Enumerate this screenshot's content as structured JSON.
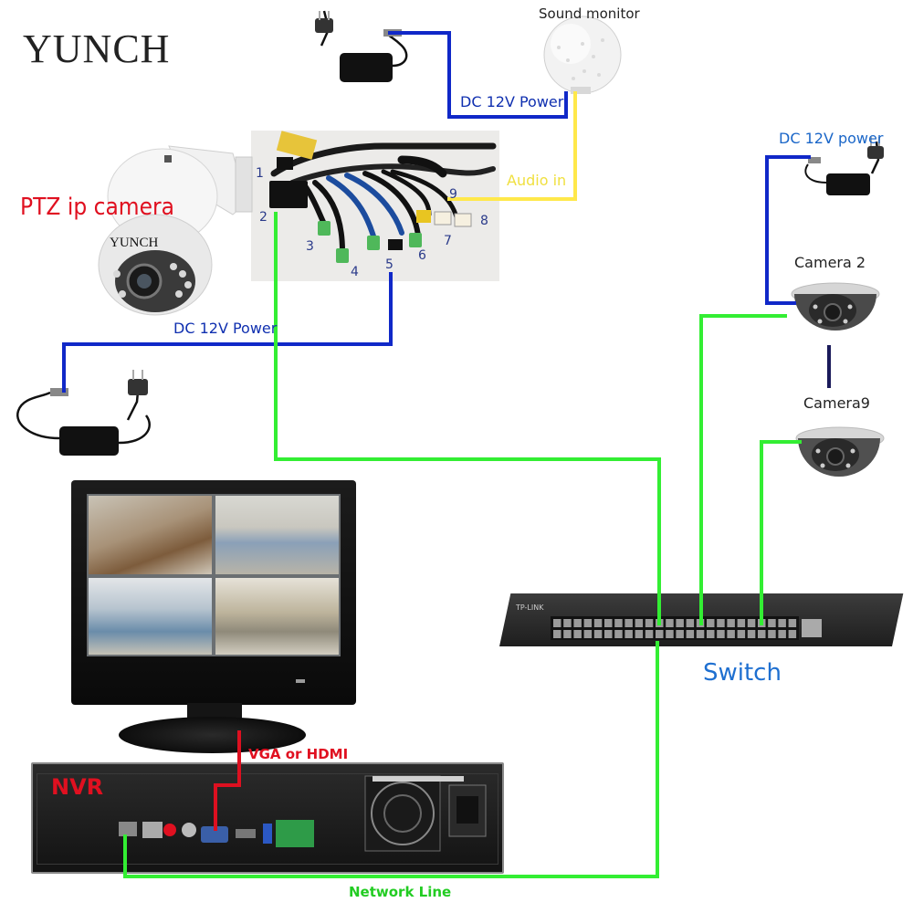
{
  "brand": "YUNCH",
  "ptz_camera": {
    "title": "PTZ ip camera",
    "body_brand": "YUNCH"
  },
  "sound_monitor": {
    "label": "Sound monitor"
  },
  "labels": {
    "dc_power_sound": "DC 12V Power",
    "audio_in": "Audio in",
    "dc_power_camera2": "DC 12V power",
    "dc_power_ptz": "DC 12V Power",
    "vga_hdmi": "VGA or HDMI",
    "network_line": "Network Line"
  },
  "breakout_ports": [
    "1",
    "2",
    "3",
    "4",
    "5",
    "6",
    "7",
    "8",
    "9"
  ],
  "cameras": [
    {
      "label": "Camera 2"
    },
    {
      "label": "Camera9"
    }
  ],
  "switch": {
    "label": "Switch",
    "brand_text": "TP-LINK"
  },
  "nvr": {
    "label": "NVR"
  },
  "colors": {
    "network": "#33ee33",
    "power": "#1028c8",
    "audio": "#ffe84a",
    "video": "#dd1020"
  }
}
